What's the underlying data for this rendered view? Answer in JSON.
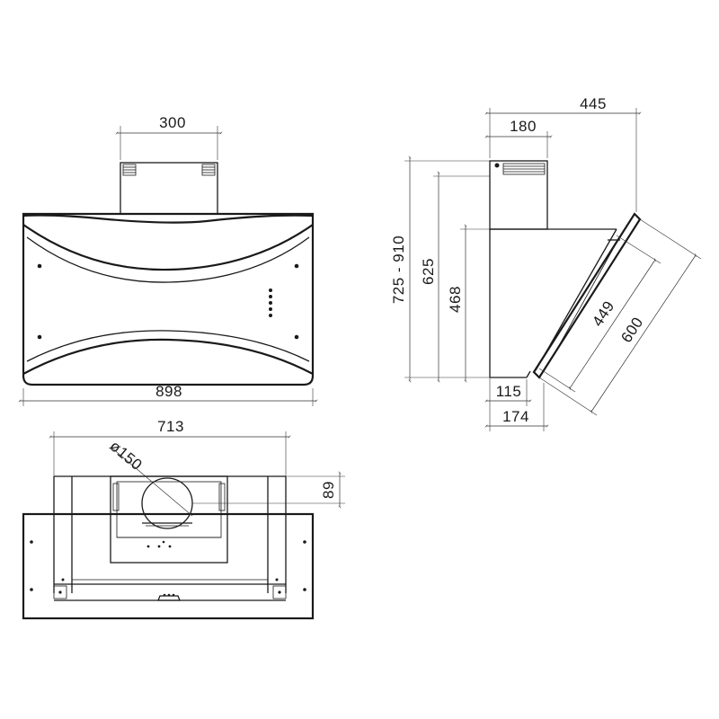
{
  "front_view": {
    "chimney_width": "300",
    "total_width": "898"
  },
  "top_view": {
    "duct_spacing": "713",
    "duct_diameter": "ø150",
    "duct_offset": "89"
  },
  "side_view": {
    "total_depth": "445",
    "chimney_depth": "180",
    "height_range": "725 - 910",
    "height_625": "625",
    "height_468": "468",
    "glass_449": "449",
    "glass_600": "600",
    "bottom_115": "115",
    "bottom_174": "174"
  }
}
